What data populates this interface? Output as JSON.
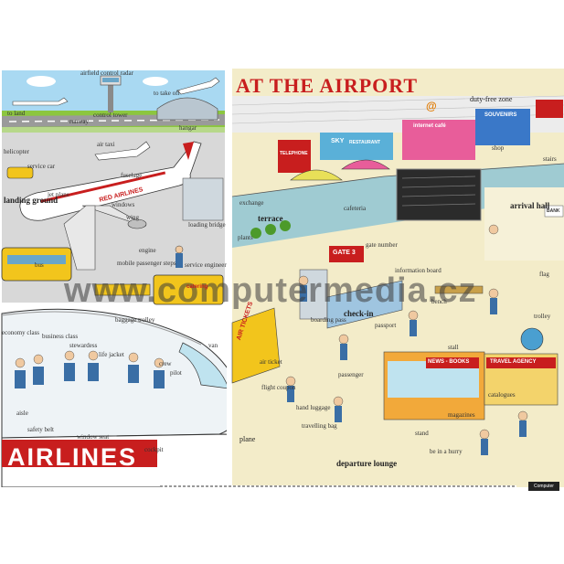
{
  "poster": {
    "title": "AT THE AIRPORT",
    "airlines_text": "AIRLINES",
    "watermark": "www.computermedia.cz",
    "publisher_logo": "Computer Media",
    "plane_livery": "RED AIRLINES"
  },
  "signs": {
    "telephone": "TELEPHONE",
    "sky": "SKY",
    "restaurant": "RESTAURANT",
    "internet_cafe": "internet café",
    "souvenirs": "SOUVENIRS",
    "gate": "GATE 3",
    "air_tickets": "AIR TICKETS",
    "news_books": "NEWS - BOOKS",
    "travel_agency": "TRAVEL AGENCY",
    "catering": "catering",
    "bank": "BANK",
    "at_symbol": "@"
  },
  "labels": {
    "airfield_control_radar": "airfield control radar",
    "to_land": "to land",
    "runway": "runway",
    "control_tower": "control tower",
    "to_take_off": "to take off",
    "hangar": "hangar",
    "helicopter": "helicopter",
    "air_taxi": "air taxi",
    "service_car": "service car",
    "fuselage": "fuselage",
    "jet_plane": "jet plane",
    "windows": "windows",
    "wing": "wing",
    "landing_ground": "landing ground",
    "loading_bridge": "loading bridge",
    "engine": "engine",
    "service_engineer": "service engineer",
    "bus": "bus",
    "mobile_passenger_steps": "mobile passenger steps",
    "baggage_trolley": "baggage trolley",
    "van": "van",
    "economy_class": "economy class",
    "business_class": "business class",
    "stewardess": "stewardess",
    "life_jacket": "life jacket",
    "crew": "crew",
    "pilot": "pilot",
    "aisle": "aisle",
    "safety_belt": "safety belt",
    "window_seat": "window seat",
    "cockpit": "cockpit",
    "plane": "plane",
    "duty_free_zone": "duty-free zone",
    "shop": "shop",
    "stairs": "stairs",
    "exchange": "exchange",
    "cafeteria": "cafeteria",
    "terrace": "terrace",
    "arrival_hall": "arrival hall",
    "plants": "plants",
    "gate_number": "gate number",
    "information_board": "information board",
    "flag": "flag",
    "bench": "bench",
    "trolley": "trolley",
    "boarding_pass": "boarding pass",
    "check_in": "check-in",
    "passport": "passport",
    "air_ticket": "air ticket",
    "flight_coupon": "flight coupon",
    "passenger": "passenger",
    "stall": "stall",
    "catalogues": "catalogues",
    "hand_luggage": "hand luggage",
    "travelling_bag": "travelling bag",
    "magazines": "magazines",
    "stand": "stand",
    "be_in_a_hurry": "be in a hurry",
    "departure_lounge": "departure lounge"
  },
  "colors": {
    "title_red": "#c81e1e",
    "sky_blue": "#a9d9f2",
    "tarmac": "#d8d8d8",
    "floor": "#f3ecc9",
    "bus_yellow": "#f2c51c",
    "glass_blue": "#bfe3ef",
    "airlines_red": "#c81e1e"
  }
}
